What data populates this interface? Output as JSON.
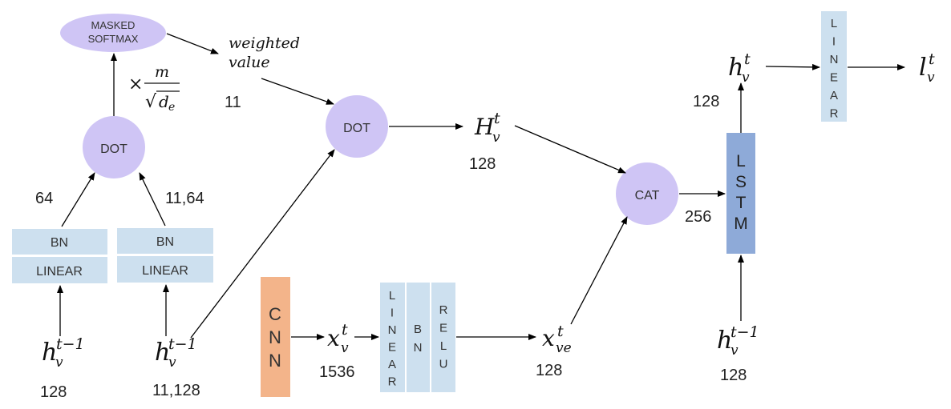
{
  "colors": {
    "node_fill": "#cfc5f5",
    "block_fill": "#cde0ef",
    "cnn_fill": "#f3b48a",
    "lstm_fill": "#8eaad8",
    "arrow": "#000000"
  },
  "nodes": {
    "masked_softmax_line1": "MASKED",
    "masked_softmax_line2": "SOFTMAX",
    "dot_attention": "DOT",
    "dot_weighted": "DOT",
    "cat": "CAT"
  },
  "blocks": {
    "bn": "BN",
    "linear": "LINEAR",
    "cnn_letters": [
      "C",
      "N",
      "N"
    ],
    "lstm_letters": [
      "L",
      "S",
      "T",
      "M"
    ],
    "mlp_linear_letters": [
      "L",
      "I",
      "N",
      "E",
      "A",
      "R"
    ],
    "mlp_bn_letters": [
      "B",
      "N"
    ],
    "mlp_relu_letters": [
      "R",
      "E",
      "L",
      "U"
    ],
    "out_linear_letters": [
      "L",
      "I",
      "N",
      "E",
      "A",
      "R"
    ]
  },
  "math": {
    "h": "h",
    "H": "H",
    "x": "x",
    "l": "l",
    "sub_v": "v",
    "sub_ve": "ve",
    "sup_t": "t",
    "sup_t_minus_1": "t−1",
    "scale_times": "×",
    "scale_numerator": "m",
    "scale_radical": "√",
    "scale_d": "d",
    "scale_e": "e",
    "weighted_line1": "weighted",
    "weighted_line2": "value"
  },
  "dims": {
    "query_dim": "64",
    "key_dim": "11,64",
    "mask_len": "11",
    "hidden_query": "128",
    "hidden_keys": "11,128",
    "attn_out": "128",
    "cnn_feat": "1536",
    "emb_out": "128",
    "cat_out": "256",
    "lstm_out": "128",
    "lstm_in_hidden": "128"
  }
}
